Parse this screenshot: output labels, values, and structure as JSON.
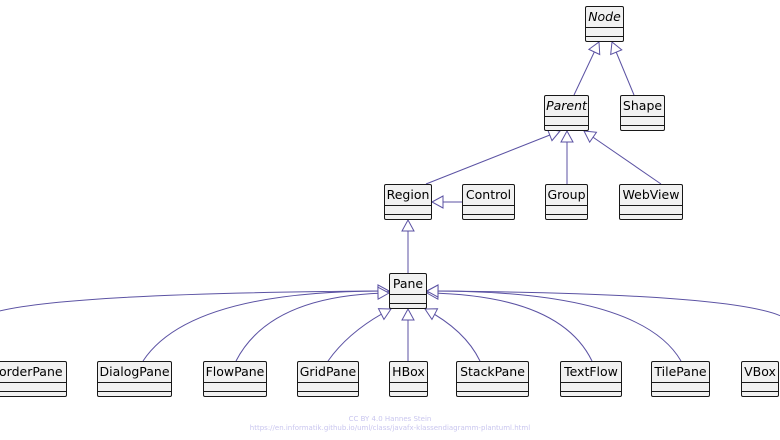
{
  "classes": {
    "node": {
      "name": "Node",
      "abstract": true
    },
    "parent": {
      "name": "Parent",
      "abstract": true
    },
    "shape": {
      "name": "Shape"
    },
    "region": {
      "name": "Region"
    },
    "control": {
      "name": "Control"
    },
    "group": {
      "name": "Group"
    },
    "webview": {
      "name": "WebView"
    },
    "pane": {
      "name": "Pane"
    },
    "borderpane": {
      "name": "BorderPane"
    },
    "dialogpane": {
      "name": "DialogPane"
    },
    "flowpane": {
      "name": "FlowPane"
    },
    "gridpane": {
      "name": "GridPane"
    },
    "hbox": {
      "name": "HBox"
    },
    "stackpane": {
      "name": "StackPane"
    },
    "textflow": {
      "name": "TextFlow"
    },
    "tilepane": {
      "name": "TilePane"
    },
    "vbox": {
      "name": "VBox"
    }
  },
  "relations": [
    {
      "child": "parent",
      "parent": "node"
    },
    {
      "child": "shape",
      "parent": "node"
    },
    {
      "child": "region",
      "parent": "parent"
    },
    {
      "child": "group",
      "parent": "parent"
    },
    {
      "child": "webview",
      "parent": "parent"
    },
    {
      "child": "control",
      "parent": "region"
    },
    {
      "child": "pane",
      "parent": "region"
    },
    {
      "child": "borderpane",
      "parent": "pane"
    },
    {
      "child": "dialogpane",
      "parent": "pane"
    },
    {
      "child": "flowpane",
      "parent": "pane"
    },
    {
      "child": "gridpane",
      "parent": "pane"
    },
    {
      "child": "hbox",
      "parent": "pane"
    },
    {
      "child": "stackpane",
      "parent": "pane"
    },
    {
      "child": "textflow",
      "parent": "pane"
    },
    {
      "child": "tilepane",
      "parent": "pane"
    },
    {
      "child": "vbox",
      "parent": "pane"
    }
  ],
  "footer": {
    "license": "CC BY 4.0 Hannes Stein",
    "url": "https://en.informatik.github.io/uml/class/javafx-klassendiagramm-plantuml.html"
  },
  "colors": {
    "edge": "#5b52a3",
    "box_fill": "#f1f1f1",
    "box_border": "#181818",
    "footer_text": "#c9c6ef"
  }
}
